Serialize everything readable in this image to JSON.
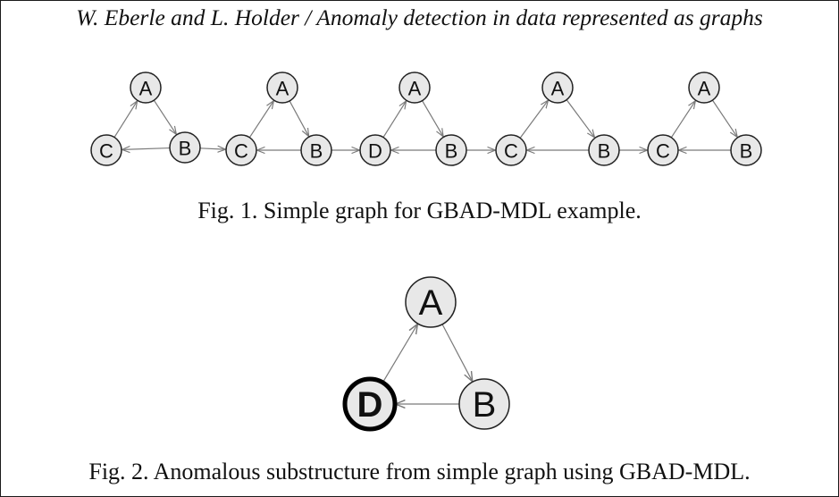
{
  "header": {
    "running_head": "W. Eberle and L. Holder / Anomaly detection in data represented as graphs"
  },
  "figure1": {
    "caption": "Fig. 1. Simple graph for GBAD-MDL example.",
    "nodes": [
      {
        "id": "g1a",
        "label": "A"
      },
      {
        "id": "g1b",
        "label": "B"
      },
      {
        "id": "g1c",
        "label": "C"
      },
      {
        "id": "g2a",
        "label": "A"
      },
      {
        "id": "g2b",
        "label": "B"
      },
      {
        "id": "g2c",
        "label": "C"
      },
      {
        "id": "g3a",
        "label": "A"
      },
      {
        "id": "g3b",
        "label": "B"
      },
      {
        "id": "g3d",
        "label": "D"
      },
      {
        "id": "g4a",
        "label": "A"
      },
      {
        "id": "g4b",
        "label": "B"
      },
      {
        "id": "g4c",
        "label": "C"
      },
      {
        "id": "g5a",
        "label": "A"
      },
      {
        "id": "g5b",
        "label": "B"
      },
      {
        "id": "g5c",
        "label": "C"
      }
    ],
    "edges": [
      {
        "from": "g1c",
        "to": "g1a"
      },
      {
        "from": "g1a",
        "to": "g1b"
      },
      {
        "from": "g1b",
        "to": "g1c"
      },
      {
        "from": "g2c",
        "to": "g2a"
      },
      {
        "from": "g2a",
        "to": "g2b"
      },
      {
        "from": "g2b",
        "to": "g2c"
      },
      {
        "from": "g3d",
        "to": "g3a"
      },
      {
        "from": "g3a",
        "to": "g3b"
      },
      {
        "from": "g3b",
        "to": "g3d"
      },
      {
        "from": "g4c",
        "to": "g4a"
      },
      {
        "from": "g4a",
        "to": "g4b"
      },
      {
        "from": "g4b",
        "to": "g4c"
      },
      {
        "from": "g5c",
        "to": "g5a"
      },
      {
        "from": "g5a",
        "to": "g5b"
      },
      {
        "from": "g5b",
        "to": "g5c"
      },
      {
        "from": "g1b",
        "to": "g2c"
      },
      {
        "from": "g2b",
        "to": "g3d"
      },
      {
        "from": "g3b",
        "to": "g4c"
      },
      {
        "from": "g4b",
        "to": "g5c"
      }
    ]
  },
  "figure2": {
    "caption": "Fig. 2. Anomalous substructure from simple graph using GBAD-MDL.",
    "nodes": [
      {
        "id": "a",
        "label": "A",
        "anomalous": false
      },
      {
        "id": "b",
        "label": "B",
        "anomalous": false
      },
      {
        "id": "d",
        "label": "D",
        "anomalous": true
      }
    ],
    "edges": [
      {
        "from": "d",
        "to": "a"
      },
      {
        "from": "a",
        "to": "b"
      },
      {
        "from": "b",
        "to": "d"
      }
    ]
  }
}
